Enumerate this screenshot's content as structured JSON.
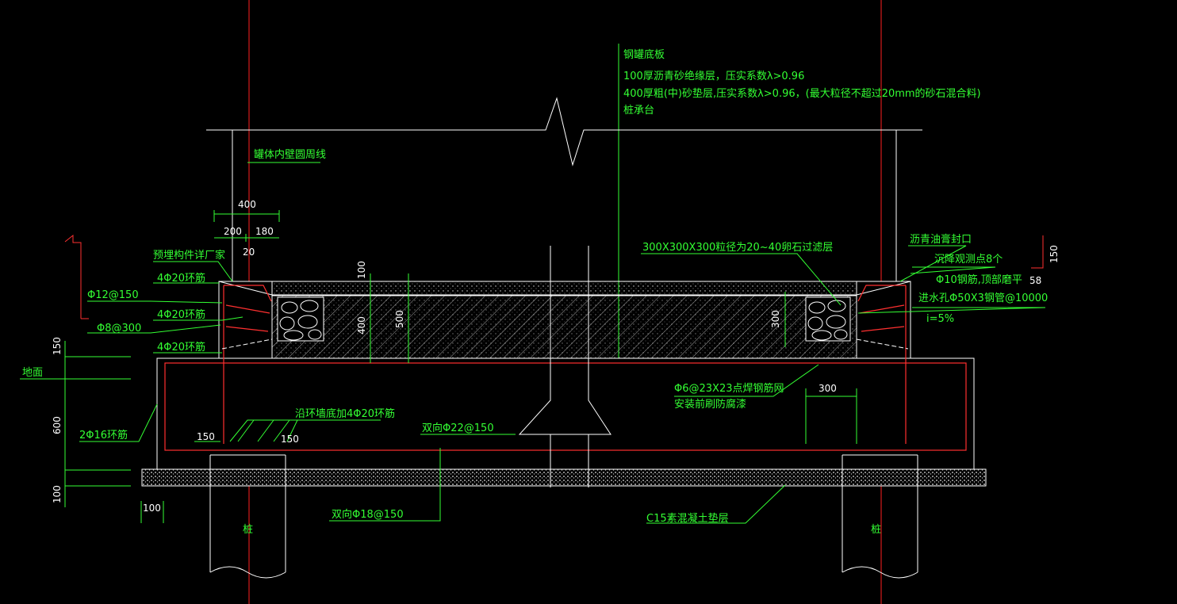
{
  "notes": {
    "title": "钢罐底板",
    "line1": "100厚沥青砂绝缘层，压实系数λ>0.96",
    "line2": "400厚粗(中)砂垫层,压实系数λ>0.96，(最大粒径不超过20mm的砂石混合料)",
    "line3": "桩承台"
  },
  "labels": {
    "wall_line": "罐体内壁圆周线",
    "embedded": "预埋构件详厂家",
    "ring_a": "4Φ20环筋",
    "ring_b": "4Φ20环筋",
    "ring_c": "4Φ20环筋",
    "stirrup_a": "Φ12@150",
    "stirrup_b": "Φ8@300",
    "ground": "地面",
    "two_ring": "2Φ16环筋",
    "add_ring": "沿环墙底加4Φ20环筋",
    "top_bar": "双向Φ22@150",
    "bot_bar": "双向Φ18@150",
    "filter": "300X300X300粒径为20~40卵石过滤层",
    "asphalt_seal": "沥青油膏封口",
    "settle": "沉降观测点8个",
    "settle2": "Φ10钢筋,顶部磨平",
    "drain": "进水孔Φ50X3钢管@10000",
    "slope": "i=5%",
    "mesh1": "Φ6@23X23点焊钢筋网",
    "mesh2": "安装前刷防腐漆",
    "c15": "C15素混凝土垫层",
    "pile_l": "桩",
    "pile_r": "桩"
  },
  "dims": {
    "d400": "400",
    "d200": "200",
    "d180": "180",
    "d20": "20",
    "d100": "100",
    "d400b": "400",
    "d500": "500",
    "d300v": "300",
    "d300h": "300",
    "d150a": "150",
    "d600": "600",
    "d100b": "100",
    "d100c": "100",
    "d150l": "150",
    "d150r": "150",
    "d150rt": "150",
    "d58": "58"
  },
  "colors": {
    "structure": "#ffffff",
    "rebar": "#ff3030",
    "leader": "#33ff33",
    "text": "#33ff33",
    "axis": "#ff2020"
  }
}
